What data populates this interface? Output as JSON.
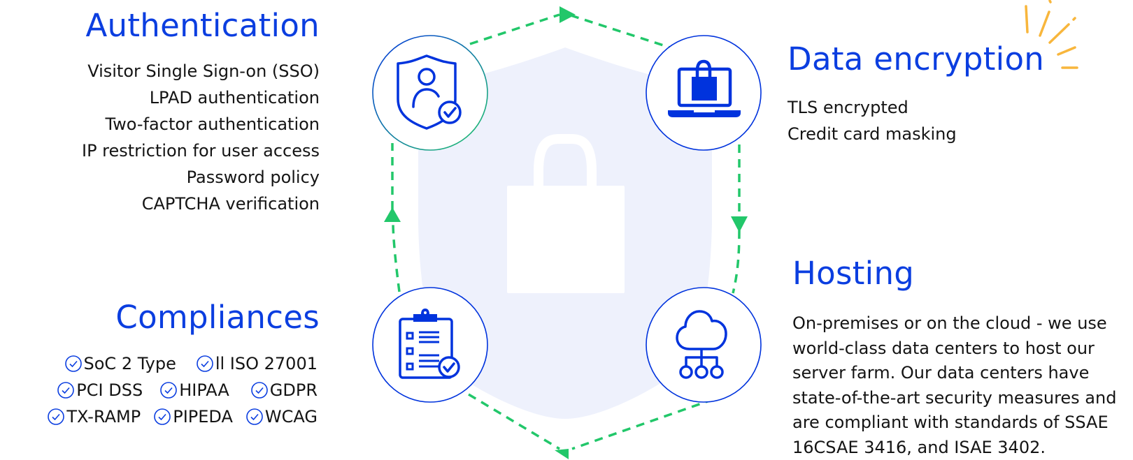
{
  "colors": {
    "heading_blue": "#0b3ee0",
    "icon_blue": "#0033dd",
    "arrow_green": "#22c76a",
    "shield_bg": "#eef1fc",
    "sparkle_orange": "#f8b63c",
    "text": "#141414"
  },
  "authentication": {
    "heading": "Authentication",
    "icon": "shield-user-check-icon",
    "items": [
      "Visitor Single Sign-on (SSO)",
      "LPAD authentication",
      "Two-factor authentication",
      "IP restriction for user access",
      "Password policy",
      "CAPTCHA verification"
    ]
  },
  "compliances": {
    "heading": "Compliances",
    "icon": "clipboard-checklist-icon",
    "item_icon": "circle-check-icon",
    "rows": [
      [
        "SoC 2 Type",
        "ll ISO 27001"
      ],
      [
        "PCI DSS",
        "HIPAA",
        "GDPR"
      ],
      [
        "TX-RAMP",
        "PIPEDA",
        "WCAG"
      ]
    ]
  },
  "data_encryption": {
    "heading": "Data encryption",
    "icon": "laptop-lock-icon",
    "items": [
      "TLS encrypted",
      "Credit card masking"
    ]
  },
  "hosting": {
    "heading": "Hosting",
    "icon": "cloud-network-icon",
    "lines": [
      "On-premises or on the cloud - we use",
      "world-class data centers to host our",
      "server farm. Our data centers have",
      "state-of-the-art security measures and",
      "are compliant with standards of SSAE",
      "16CSAE 3416, and ISAE 3402."
    ]
  },
  "center": {
    "background_icon": "shield-lock-icon",
    "flow": "clockwise-dashed-arrows"
  }
}
